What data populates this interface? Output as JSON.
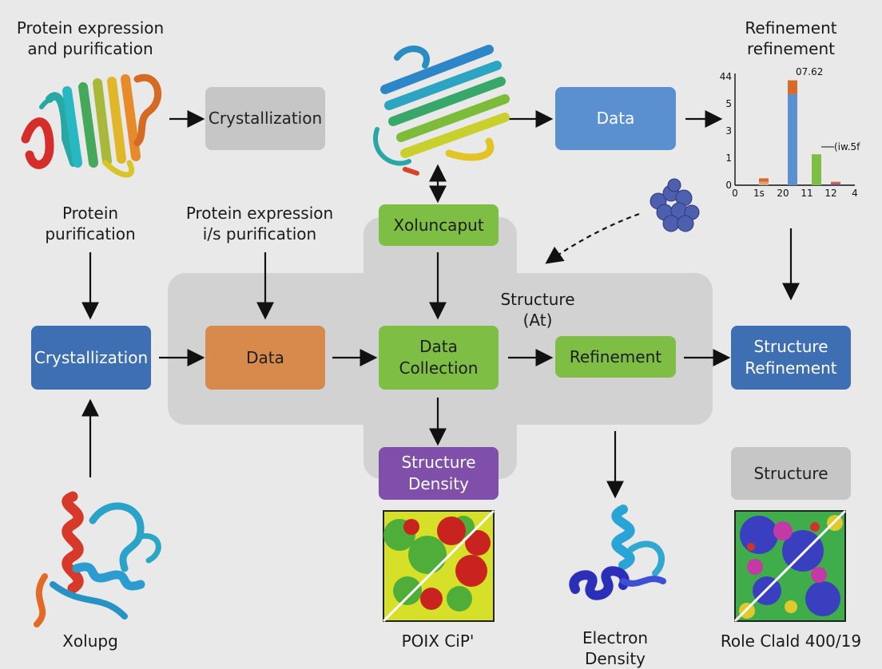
{
  "labels": {
    "top_left": "Protein expression\nand purification",
    "top_right": "Refinement\nrefinement",
    "protein_purification": "Protein\npurification",
    "protein_expression_vs": "Protein expression\ni/s purification",
    "structure_at": "Structure\n(At)",
    "bottom_left": "Xolupg",
    "bottom_mid": "POIX CiP'",
    "bottom_electron": "Electron\nDensity",
    "bottom_right": "Role Clald 400/19"
  },
  "boxes": {
    "crystallization_top": "Crystallization",
    "data_top": "Data",
    "xoluncaput": "Xoluncaput",
    "crystallization_left": "Crystallization",
    "data_orange": "Data",
    "data_collection": "Data\nCollection",
    "refinement": "Refinement",
    "structure_refinement": "Structure\nRefinement",
    "structure_density": "Structure\nDensity",
    "structure_gray": "Structure"
  },
  "colors": {
    "blue": "#5a8fd0",
    "dark_blue": "#3f6fb3",
    "orange": "#d88a4c",
    "green": "#7fbe45",
    "purple": "#7f4fa9",
    "gray": "#c6c6c6",
    "group_bg": "#d2d2d2"
  },
  "icons": {
    "protein_a": "protein-ribbon-rainbow-icon",
    "protein_b": "protein-beta-sheet-icon",
    "protein_c": "protein-helix-icon",
    "protein_d": "protein-blue-helix-icon",
    "atoms": "atom-cluster-icon",
    "heatmap_a": "density-map-icon",
    "heatmap_b": "density-map-colorful-icon"
  },
  "chart_data": {
    "type": "bar",
    "title": "",
    "categories": [
      "1s",
      "20",
      "11",
      "12"
    ],
    "y_tick_labels": [
      "0",
      "1",
      "3",
      "5",
      "44"
    ],
    "x_tick_labels": [
      "0",
      "1s",
      "20",
      "11",
      "12",
      "4"
    ],
    "series": [
      {
        "values": [
          0.2,
          5.3,
          1.8,
          0.1
        ]
      },
      {
        "values": [
          0.2,
          0.8,
          0,
          0.1
        ]
      }
    ],
    "annotations": [
      "07.62",
      "(iw.5f"
    ],
    "ylim": [
      0,
      6.5
    ]
  }
}
